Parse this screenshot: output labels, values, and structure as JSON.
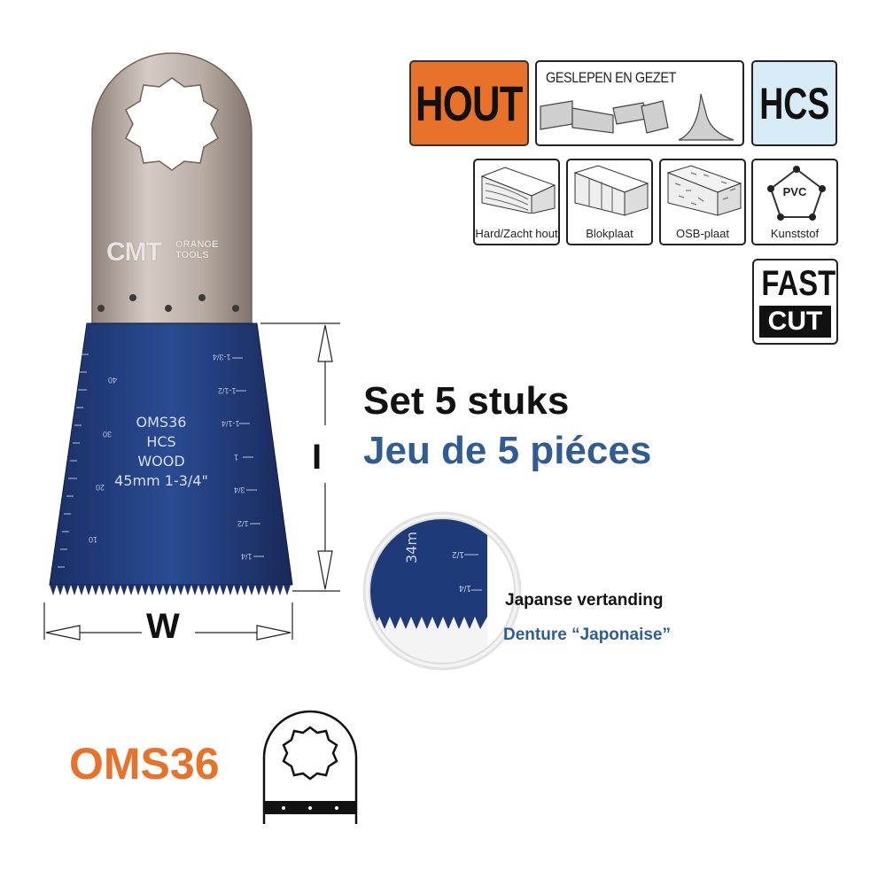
{
  "badges": {
    "material": "HOUT",
    "sharpening": "GESLEPEN EN GEZET",
    "steel": "HCS",
    "fast_top": "FAST",
    "fast_bottom": "CUT",
    "pvc": "PVC"
  },
  "materials": [
    {
      "label": "Hard/Zacht hout"
    },
    {
      "label": "Blokplaat"
    },
    {
      "label": "OSB-plaat"
    },
    {
      "label": "Kunststof"
    }
  ],
  "set": {
    "nl": "Set 5 stuks",
    "fr": "Jeu de 5 piéces"
  },
  "teeth": {
    "nl": "Japanse vertanding",
    "fr": "Denture “Japonaise”"
  },
  "product_code": "OMS36",
  "dimensions": {
    "width_label": "W",
    "length_label": "I"
  },
  "blade": {
    "brand": "CMT",
    "brand_sub1": "ORANGE",
    "brand_sub2": "TOOLS",
    "print_lines": [
      "OMS36",
      "HCS",
      "WOOD",
      "45mm 1-3/4\""
    ],
    "mm_scale": [
      "40",
      "30",
      "20",
      "10"
    ],
    "inch_scale": [
      "1-3/4",
      "1-1/2",
      "1-1/4",
      "1",
      "3/4",
      "1/2",
      "1/4"
    ]
  },
  "detail": {
    "mark": "34m",
    "inch_marks": [
      "1/2",
      "1/4"
    ]
  },
  "colors": {
    "orange": "#e8722a",
    "blue_text": "#2f5d93",
    "blade_blue": "#1d3c7c",
    "steel": "#b9aea5"
  }
}
